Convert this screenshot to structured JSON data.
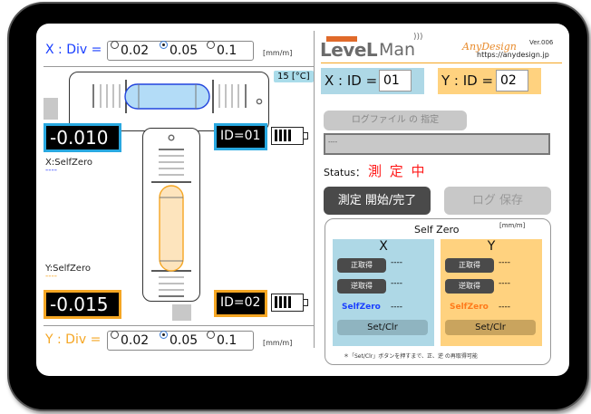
{
  "x_div": {
    "label": "X : Div =",
    "options": [
      "0.02",
      "0.05",
      "0.1"
    ],
    "selected": "0.05",
    "unit": "[mm/m]",
    "color": "#1a3fff"
  },
  "y_div": {
    "label": "Y : Div =",
    "options": [
      "0.02",
      "0.05",
      "0.1"
    ],
    "selected": "0.05",
    "unit": "[mm/m]",
    "color": "#f5a623"
  },
  "temperature": "15 [°C]",
  "x_sensor": {
    "reading": "-0.010",
    "id_label": "ID=01",
    "selfzero_label": "X:SelfZero",
    "selfzero_value": "----",
    "accent": "#29a8e0"
  },
  "y_sensor": {
    "reading": "-0.015",
    "id_label": "ID=02",
    "selfzero_label": "Y:SelfZero",
    "selfzero_value": "----",
    "accent": "#f5a623"
  },
  "header": {
    "app_name_bold": "LeveL",
    "app_name_light": "Man",
    "brand": "AnyDesign",
    "version": "Ver.006",
    "url": "https://anydesign.jp"
  },
  "ids": {
    "x_label": "X : ID =",
    "x_value": "01",
    "y_label": "Y : ID =",
    "y_value": "02"
  },
  "log": {
    "select_button": "ログファイル の 指定",
    "path_value": "----"
  },
  "status": {
    "label": "Status：",
    "value": "測 定 中",
    "color": "#ff1a1a"
  },
  "actions": {
    "start_stop": "測定 開始/完了",
    "save_log": "ログ 保存"
  },
  "self_zero": {
    "title": "Self  Zero",
    "unit": "[mm/m]",
    "x": {
      "header": "X",
      "forward_button": "正取得",
      "forward_value": "----",
      "reverse_button": "逆取得",
      "reverse_value": "----",
      "selfzero_label": "SelfZero",
      "selfzero_value": "----",
      "set_clr": "Set/Clr"
    },
    "y": {
      "header": "Y",
      "forward_button": "正取得",
      "forward_value": "----",
      "reverse_button": "逆取得",
      "reverse_value": "----",
      "selfzero_label": "SelfZero",
      "selfzero_value": "----",
      "set_clr": "Set/Clr"
    },
    "note": "＊「Set/Clr」ボタンを押すまで、正、逆 の再取得可能"
  }
}
